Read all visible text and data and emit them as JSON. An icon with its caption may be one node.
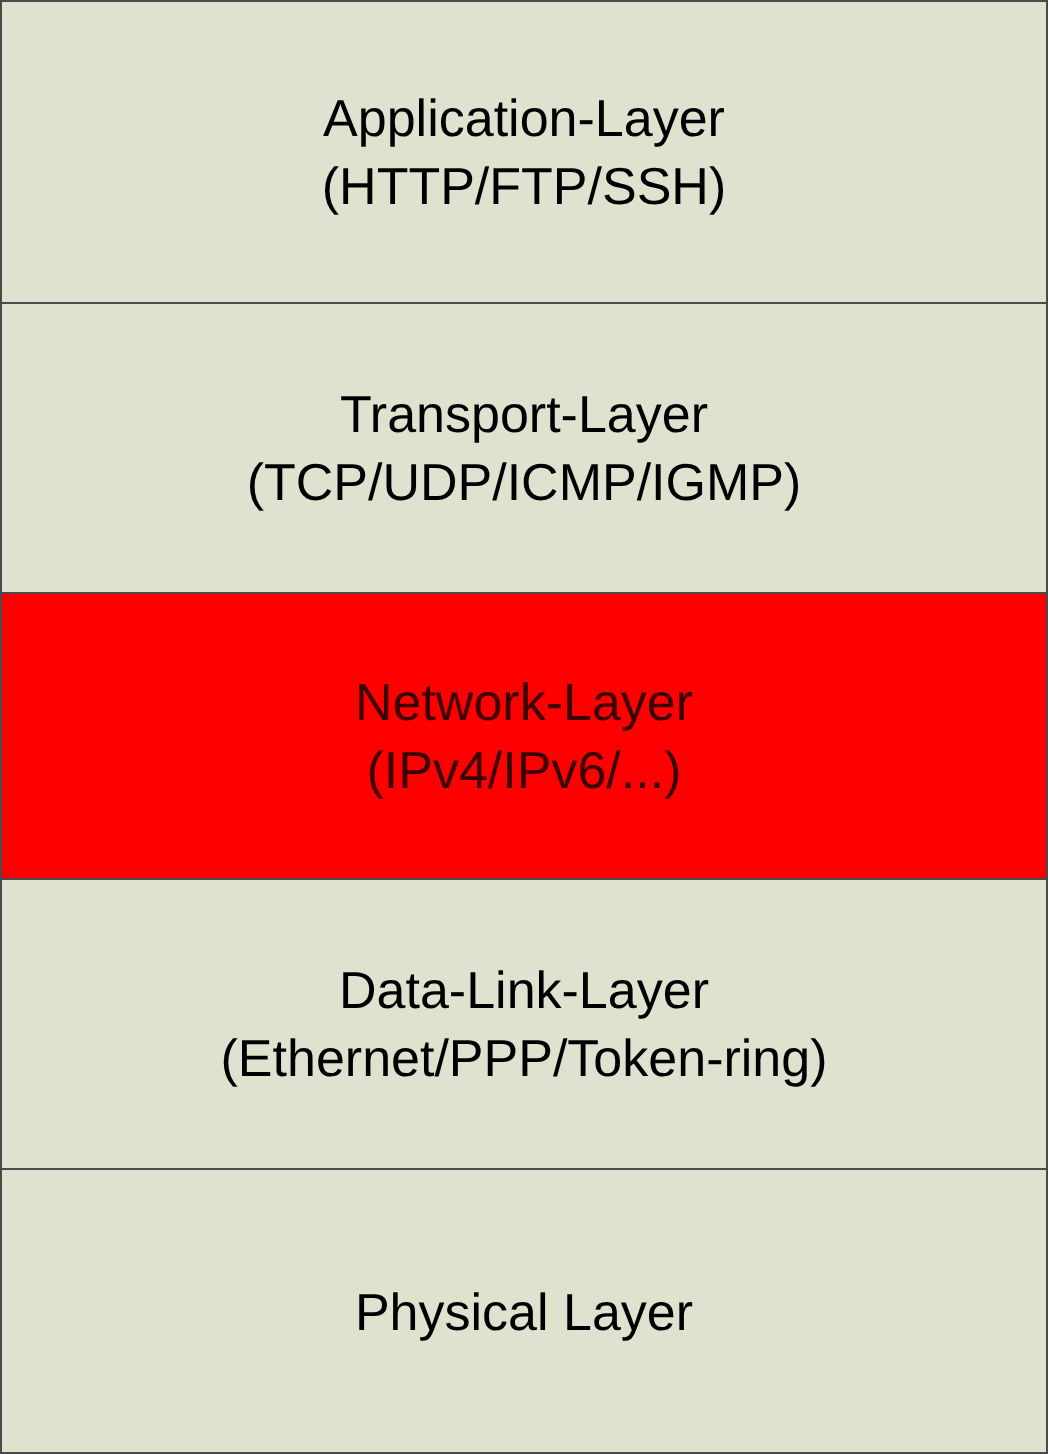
{
  "diagram": {
    "nodes": [
      {
        "text": [
          "Application-Layer (HTTP/FTP/SSH)"
        ]
      },
      {
        "text": [
          "Transport-Layer (TCP/UDP/ICMP/IGMP)"
        ]
      },
      {
        "text": [
          "Network-Layer (IPv4/IPv6/...)"
        ]
      },
      {
        "text": [
          "Data-Link-Layer (Ethernet/PPP/Token-ring)"
        ]
      },
      {
        "text": [
          "Physical Layer"
        ]
      }
    ]
  }
}
